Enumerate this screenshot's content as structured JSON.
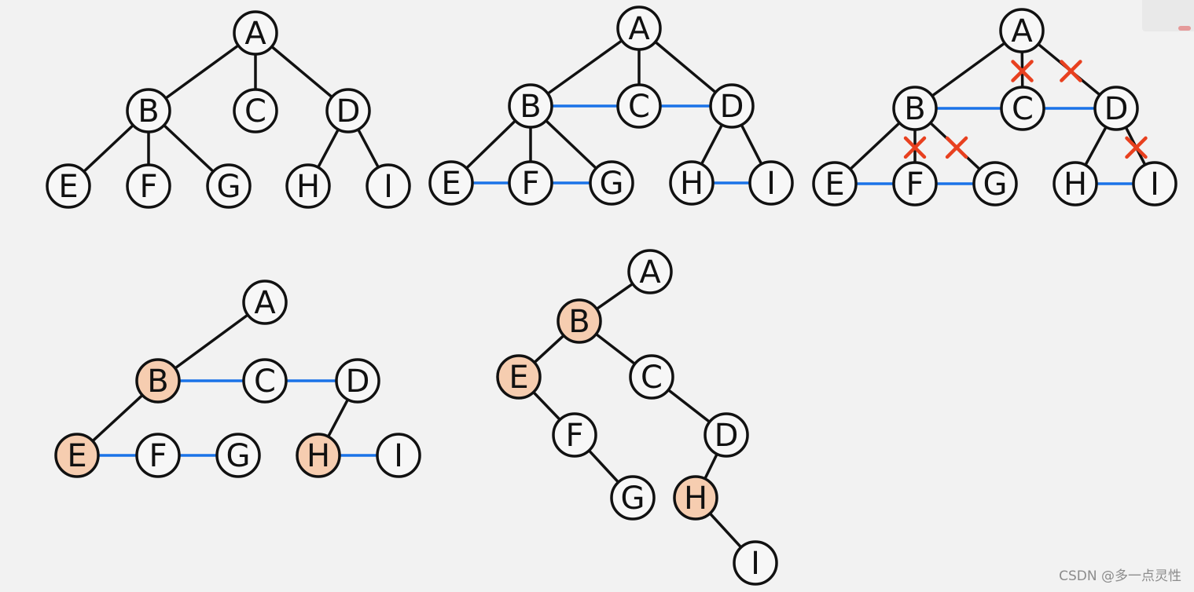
{
  "watermark": "CSDN @多一点灵性",
  "colors": {
    "background": "#f2f2f2",
    "node_fill": "#f7f7f7",
    "node_highlight": "#f6cdb0",
    "tree_edge": "#111111",
    "sibling_link": "#1a73e8",
    "cross_mark": "#e8401f"
  },
  "panels": [
    {
      "id": "original-tree",
      "nodes": [
        "A",
        "B",
        "C",
        "D",
        "E",
        "F",
        "G",
        "H",
        "I"
      ],
      "tree_edges": [
        [
          "A",
          "B"
        ],
        [
          "A",
          "C"
        ],
        [
          "A",
          "D"
        ],
        [
          "B",
          "E"
        ],
        [
          "B",
          "F"
        ],
        [
          "B",
          "G"
        ],
        [
          "D",
          "H"
        ],
        [
          "D",
          "I"
        ]
      ],
      "sibling_links": [],
      "crossed_edges": [],
      "highlighted": []
    },
    {
      "id": "connect-siblings",
      "nodes": [
        "A",
        "B",
        "C",
        "D",
        "E",
        "F",
        "G",
        "H",
        "I"
      ],
      "tree_edges": [
        [
          "A",
          "B"
        ],
        [
          "A",
          "C"
        ],
        [
          "A",
          "D"
        ],
        [
          "B",
          "E"
        ],
        [
          "B",
          "F"
        ],
        [
          "B",
          "G"
        ],
        [
          "D",
          "H"
        ],
        [
          "D",
          "I"
        ]
      ],
      "sibling_links": [
        [
          "B",
          "C"
        ],
        [
          "C",
          "D"
        ],
        [
          "E",
          "F"
        ],
        [
          "F",
          "G"
        ],
        [
          "H",
          "I"
        ]
      ],
      "crossed_edges": [],
      "highlighted": []
    },
    {
      "id": "remove-non-first-child-edges",
      "nodes": [
        "A",
        "B",
        "C",
        "D",
        "E",
        "F",
        "G",
        "H",
        "I"
      ],
      "tree_edges": [
        [
          "A",
          "B"
        ],
        [
          "A",
          "C"
        ],
        [
          "A",
          "D"
        ],
        [
          "B",
          "E"
        ],
        [
          "B",
          "F"
        ],
        [
          "B",
          "G"
        ],
        [
          "D",
          "H"
        ],
        [
          "D",
          "I"
        ]
      ],
      "sibling_links": [
        [
          "B",
          "C"
        ],
        [
          "C",
          "D"
        ],
        [
          "E",
          "F"
        ],
        [
          "F",
          "G"
        ],
        [
          "H",
          "I"
        ]
      ],
      "crossed_edges": [
        [
          "A",
          "C"
        ],
        [
          "A",
          "D"
        ],
        [
          "B",
          "F"
        ],
        [
          "B",
          "G"
        ],
        [
          "D",
          "I"
        ]
      ],
      "highlighted": []
    },
    {
      "id": "intermediate-result",
      "nodes": [
        "A",
        "B",
        "C",
        "D",
        "E",
        "F",
        "G",
        "H",
        "I"
      ],
      "tree_edges": [
        [
          "A",
          "B"
        ],
        [
          "B",
          "E"
        ],
        [
          "D",
          "H"
        ]
      ],
      "sibling_links": [
        [
          "B",
          "C"
        ],
        [
          "C",
          "D"
        ],
        [
          "E",
          "F"
        ],
        [
          "F",
          "G"
        ],
        [
          "H",
          "I"
        ]
      ],
      "crossed_edges": [],
      "highlighted": [
        "B",
        "E",
        "H"
      ]
    },
    {
      "id": "binary-tree",
      "nodes": [
        "A",
        "B",
        "C",
        "D",
        "E",
        "F",
        "G",
        "H",
        "I"
      ],
      "tree_edges": [
        [
          "A",
          "B"
        ],
        [
          "B",
          "E"
        ],
        [
          "B",
          "C"
        ],
        [
          "E",
          "F"
        ],
        [
          "F",
          "G"
        ],
        [
          "C",
          "D"
        ],
        [
          "D",
          "H"
        ],
        [
          "H",
          "I"
        ]
      ],
      "sibling_links": [],
      "crossed_edges": [],
      "highlighted": [
        "B",
        "E",
        "H"
      ]
    }
  ]
}
